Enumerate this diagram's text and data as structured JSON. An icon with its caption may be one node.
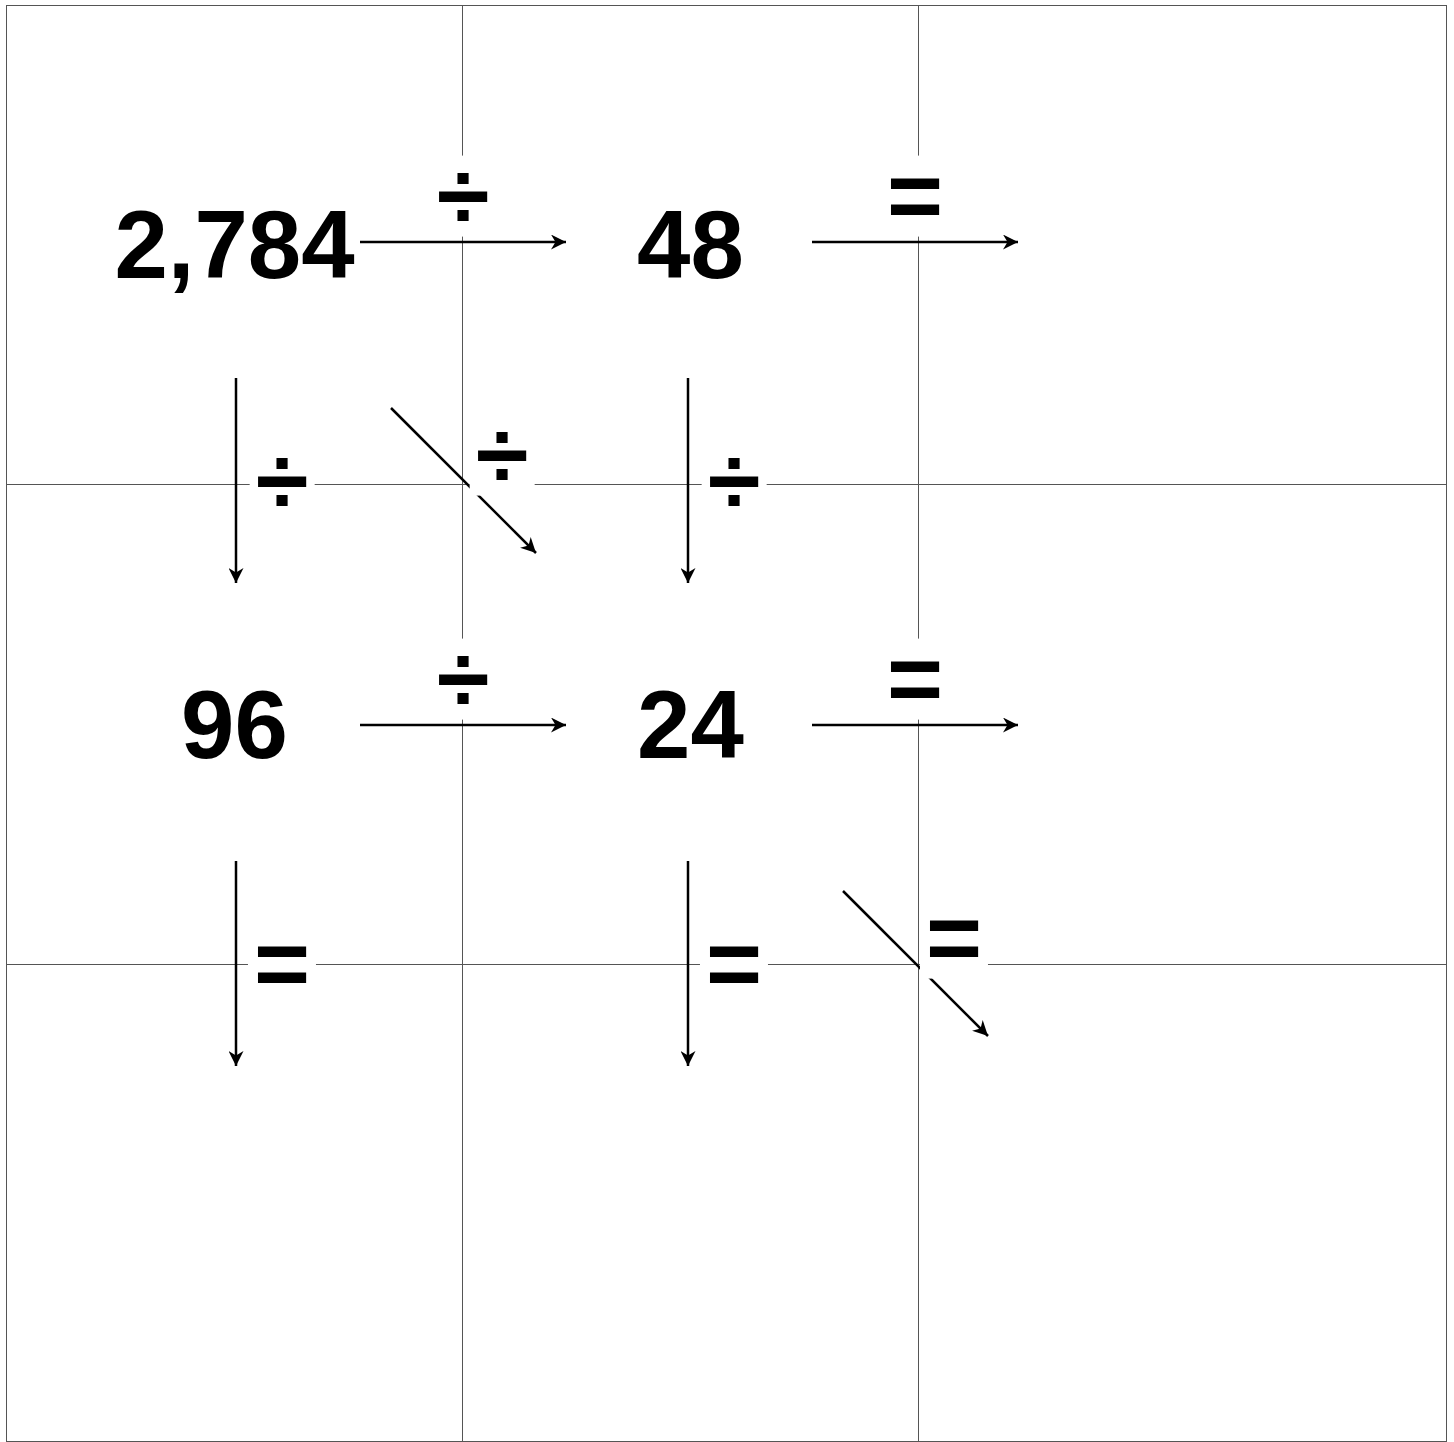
{
  "diagram": {
    "nodes": [
      {
        "text": [
          "2,784"
        ]
      },
      {
        "text": [
          "48"
        ]
      },
      {
        "text": [],
        "shape": "box"
      },
      {
        "text": [
          "96"
        ]
      },
      {
        "text": [
          "24"
        ]
      },
      {
        "text": [],
        "shape": "box"
      },
      {
        "text": [],
        "shape": "box"
      },
      {
        "text": [],
        "shape": "box"
      },
      {
        "text": [],
        "shape": "box"
      }
    ],
    "edges": [
      {
        "from": 0,
        "to": 1,
        "arrow": "to",
        "label": "÷"
      },
      {
        "from": 1,
        "to": 2,
        "arrow": "to",
        "label": "="
      },
      {
        "from": 0,
        "to": 3,
        "arrow": "to",
        "label": "÷"
      },
      {
        "from": 0,
        "to": 4,
        "arrow": "to",
        "label": "÷"
      },
      {
        "from": 1,
        "to": 4,
        "arrow": "to",
        "label": "÷"
      },
      {
        "from": 3,
        "to": 4,
        "arrow": "to",
        "label": "÷"
      },
      {
        "from": 4,
        "to": 5,
        "arrow": "to",
        "label": "="
      },
      {
        "from": 3,
        "to": 6,
        "arrow": "to",
        "label": "="
      },
      {
        "from": 4,
        "to": 7,
        "arrow": "to",
        "label": "="
      },
      {
        "from": 4,
        "to": 8,
        "arrow": "to",
        "label": "="
      }
    ]
  }
}
